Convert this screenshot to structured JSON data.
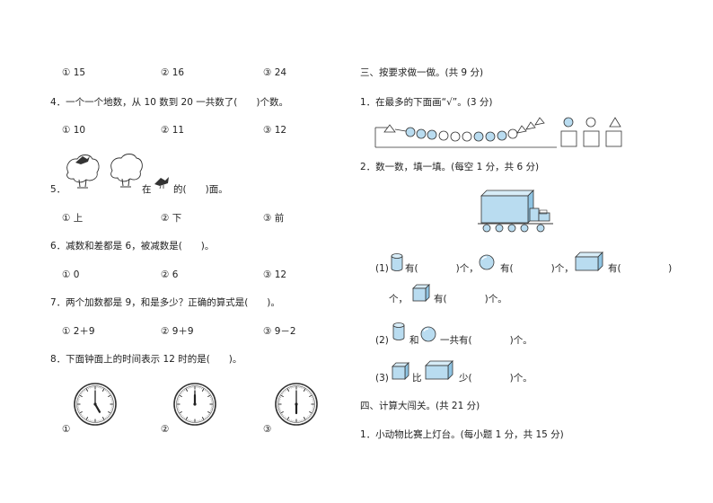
{
  "left": {
    "q3_options": [
      "① 15",
      "② 16",
      "③ 24"
    ],
    "q4": {
      "text": "4．一个一个地数，从 10 数到 20 一共数了(　　)个数。",
      "options": [
        "① 10",
        "② 11",
        "③ 12"
      ]
    },
    "q5": {
      "num": "5．",
      "mid": "在",
      "end": "的(　　)面。",
      "options": [
        "① 上",
        "② 下",
        "③ 前"
      ]
    },
    "q6": {
      "text": "6．减数和差都是 6，被减数是(　　)。",
      "options": [
        "① 0",
        "② 6",
        "③ 12"
      ]
    },
    "q7": {
      "text": "7．两个加数都是 9，和是多少？正确的算式是(　　)。",
      "options": [
        "① 2＋9",
        "② 9＋9",
        "③ 9－2"
      ]
    },
    "q8": {
      "text": "8．下面钟面上的时间表示 12 时的是(　　)。",
      "options": [
        "①",
        "②",
        "③"
      ]
    }
  },
  "right": {
    "section3": "三、按要求做一做。(共 9 分)",
    "q1": "1．在最多的下面画“√”。(3 分)",
    "q2": "2．数一数，填一填。(每空 1 分，共 6 分)",
    "row1": {
      "label": "(1)",
      "a": "有(　　　　)个，",
      "b": "有(　　　　)个，",
      "c": "有(　　　　　)",
      "d": "个，",
      "e": "有(　　　　)个。"
    },
    "row2": {
      "label": "(2)",
      "a": "和",
      "b": "一共有(　　　　)个。"
    },
    "row3": {
      "label": "(3)",
      "a": "比",
      "b": "少(　　　　)个。"
    },
    "section4": "四、计算大闯关。(共 21 分)",
    "q4_1": "1．小动物比赛上灯台。(每小题 1 分，共 15 分)"
  },
  "colors": {
    "shape_fill": "#b9dcf0",
    "stroke": "#333333"
  }
}
